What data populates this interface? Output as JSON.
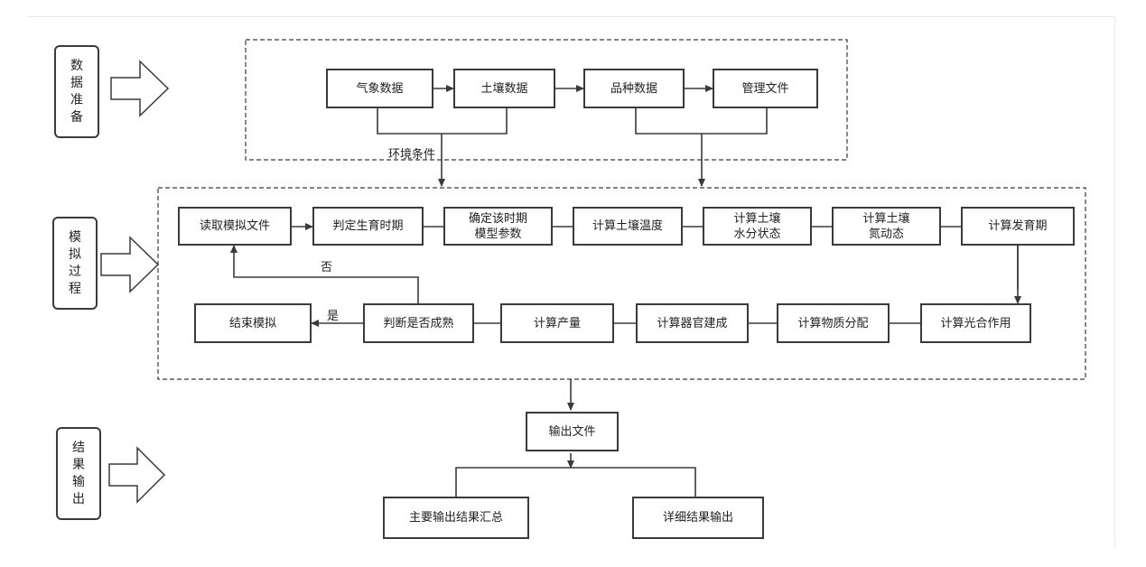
{
  "stages": {
    "prepare": "数\n据\n准\n备",
    "simulate": "模\n拟\n过\n程",
    "output": "结\n果\n输\n出"
  },
  "data_prep": {
    "weather": "气象数据",
    "soil": "土壤数据",
    "variety": "品种数据",
    "management": "管理文件",
    "env_label": "环境条件"
  },
  "simulation": {
    "read_file": "读取模拟文件",
    "determine_stage": "判定生育时期",
    "model_params": "确定该时期\n模型参数",
    "soil_temp": "计算土壤温度",
    "soil_water": "计算土壤\n水分状态",
    "soil_nitrogen": "计算土壤\n氮动态",
    "phenology": "计算发育期",
    "photosynthesis": "计算光合作用",
    "partition": "计算物质分配",
    "organ_build": "计算器官建成",
    "yield": "计算产量",
    "maturity_check": "判断是否成熟",
    "end_sim": "结束模拟",
    "no_label": "否",
    "yes_label": "是"
  },
  "results": {
    "output_file": "输出文件",
    "summary": "主要输出结果汇总",
    "detail": "详细结果输出"
  },
  "colors": {
    "line": "#3a3a3a",
    "frame": "#e8e8e8"
  }
}
